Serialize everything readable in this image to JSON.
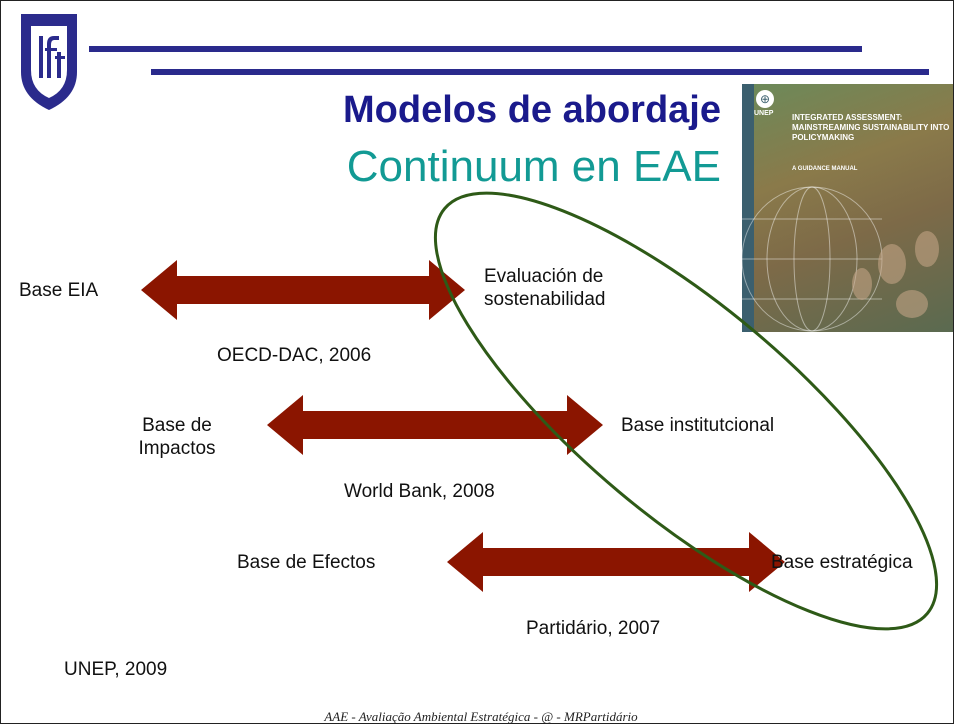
{
  "header": {
    "logo_icon": "ist-shield-logo-icon",
    "title": "Modelos de abordaje",
    "subtitle": "Continuum en EAE"
  },
  "cover": {
    "title": "Integrated Assessment: Mainstreaming Sustainability into Policymaking",
    "subtitle": "A guidance manual",
    "brand": "UNEP"
  },
  "continua": [
    {
      "left_label": "Base EIA",
      "right_label": "Evaluación de sostenabilidad",
      "source": "OECD-DAC, 2006"
    },
    {
      "left_label": "Base de Impactos",
      "right_label": "Base institutcional",
      "source": "World Bank, 2008"
    },
    {
      "left_label": "Base de Efectos",
      "right_label": "Base estratégica",
      "source": "Partidário, 2007"
    }
  ],
  "citation": "UNEP, 2009",
  "footer": "AAE - Avaliação Ambiental Estratégica - @ - MRPartidário",
  "colors": {
    "rule": "#2a2a8c",
    "title": "#1a1a8c",
    "subtitle": "#129a94",
    "arrow": "#8b1500",
    "ellipse": "#2e5a17"
  }
}
